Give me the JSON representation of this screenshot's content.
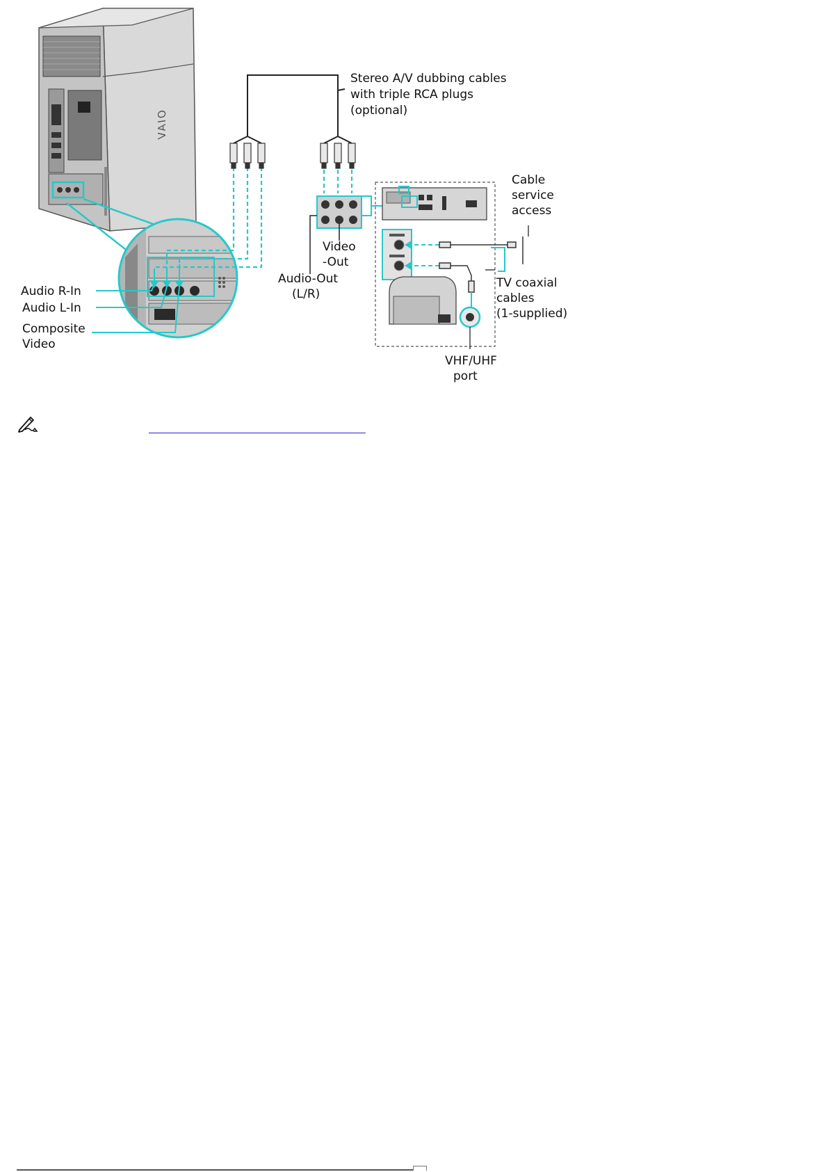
{
  "diagram": {
    "brand_logo": "VAIO",
    "labels": {
      "stereo_cables": [
        "Stereo A/V dubbing cables",
        "with triple RCA plugs",
        "(optional)"
      ],
      "cable_service": [
        "Cable",
        "service",
        "access"
      ],
      "video_out": [
        "Video",
        "-Out"
      ],
      "audio_out": [
        "Audio-Out",
        "(L/R)"
      ],
      "tv_coaxial": [
        "TV coaxial",
        "cables",
        "(1-supplied)"
      ],
      "vhf_port": [
        "VHF/UHF",
        "port"
      ],
      "audio_r_in": "Audio R-In",
      "audio_l_in": "Audio L-In",
      "composite_video": [
        "Composite",
        "Video"
      ]
    },
    "colors": {
      "accent_cyan": "#27c8c8",
      "cable_black": "#222222",
      "device_gray": "#d6d6d6"
    }
  },
  "note": {
    "icon": "note-pencil-icon"
  }
}
